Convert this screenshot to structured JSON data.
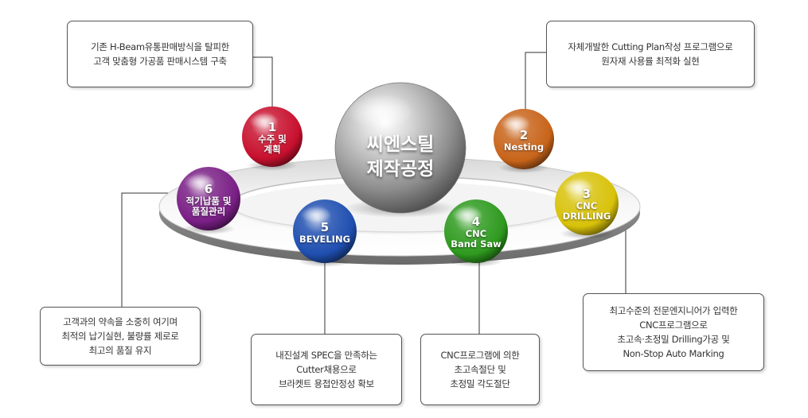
{
  "center": {
    "line1": "씨엔스틸",
    "line2": "제작공정"
  },
  "steps": [
    {
      "num": "1",
      "lines": [
        "수주 및",
        "계획"
      ],
      "color": "#c8102e"
    },
    {
      "num": "2",
      "lines": [
        "Nesting"
      ],
      "color": "#c8641a"
    },
    {
      "num": "3",
      "lines": [
        "CNC",
        "DRILLING"
      ],
      "color": "#d8c20a"
    },
    {
      "num": "4",
      "lines": [
        "CNC",
        "Band Saw"
      ],
      "color": "#2e9a1e"
    },
    {
      "num": "5",
      "lines": [
        "BEVELING"
      ],
      "color": "#1f4fb0"
    },
    {
      "num": "6",
      "lines": [
        "적기납품 및",
        "품질관리"
      ],
      "color": "#7a1f86"
    }
  ],
  "callouts": {
    "c1": [
      "기존 H-Beam유통판매방식을 탈피한",
      "고객 맞춤형 가공품 판매시스템 구축"
    ],
    "c2": [
      "자체개발한 Cutting Plan작성 프로그램으로",
      "원자재 사용률 최적화 실현"
    ],
    "c3": [
      "최고수준의 전문엔지니어가 입력한",
      "CNC프로그램으로",
      "초고속·초정밀 Drilling가공 및",
      "Non-Stop Auto Marking"
    ],
    "c4": [
      "CNC프로그램에 의한",
      "초고속절단 및",
      "초정밀 각도절단"
    ],
    "c5": [
      "내진설계 SPEC을 만족하는",
      "Cutter채용으로",
      "브라켓트 용접안정성 확보"
    ],
    "c6": [
      "고객과의 약속을 소중히 여기며",
      "최적의 납기실현, 불량률 제로로",
      "최고의 품질 유지"
    ]
  }
}
